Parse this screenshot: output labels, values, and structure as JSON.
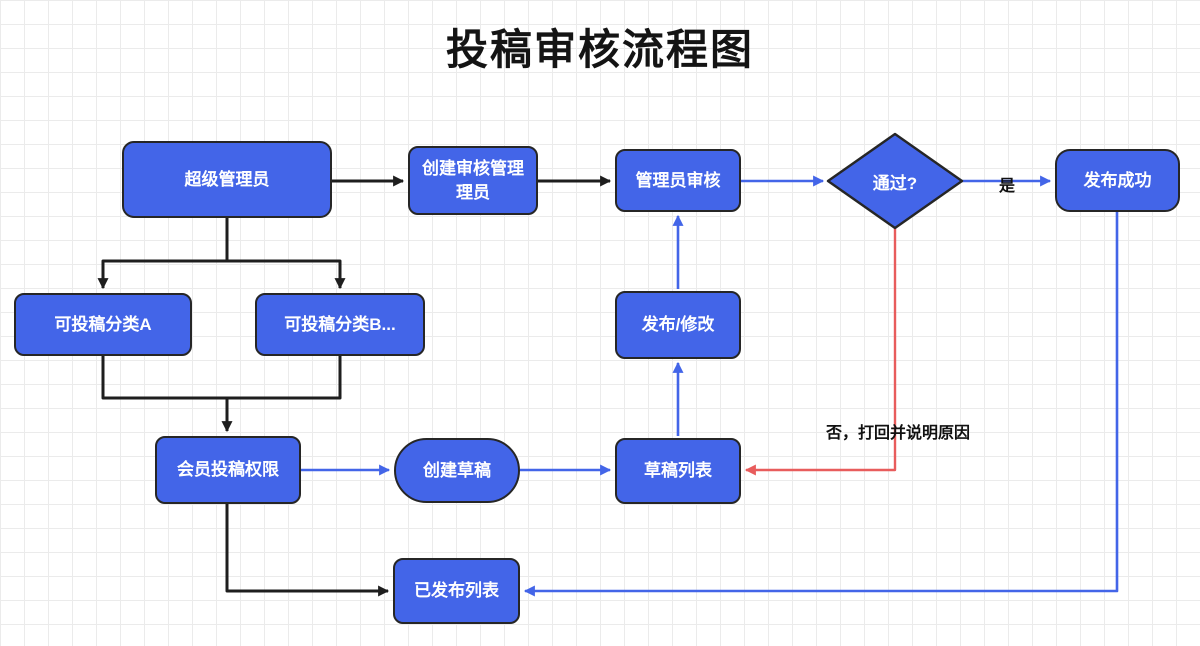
{
  "title": "投稿审核流程图",
  "nodes": {
    "super_admin": {
      "label": "超级管理员"
    },
    "create_review_admin": {
      "label": "创建审核管理理员"
    },
    "admin_review": {
      "label": "管理员审核"
    },
    "pass_decision": {
      "label": "通过?"
    },
    "publish_success": {
      "label": "发布成功"
    },
    "category_a": {
      "label": "可投稿分类A"
    },
    "category_b": {
      "label": "可投稿分类B..."
    },
    "publish_modify": {
      "label": "发布/修改"
    },
    "member_permission": {
      "label": "会员投稿权限"
    },
    "create_draft": {
      "label": "创建草稿"
    },
    "draft_list": {
      "label": "草稿列表"
    },
    "published_list": {
      "label": "已发布列表"
    }
  },
  "edge_labels": {
    "yes": "是",
    "no": "否，打回并说明原因"
  },
  "colors": {
    "node_fill": "#4365e8",
    "node_border": "#262626",
    "edge_black": "#1e1e1e",
    "edge_blue": "#4365e8",
    "edge_red": "#e85c5c",
    "title_color": "#141414"
  }
}
